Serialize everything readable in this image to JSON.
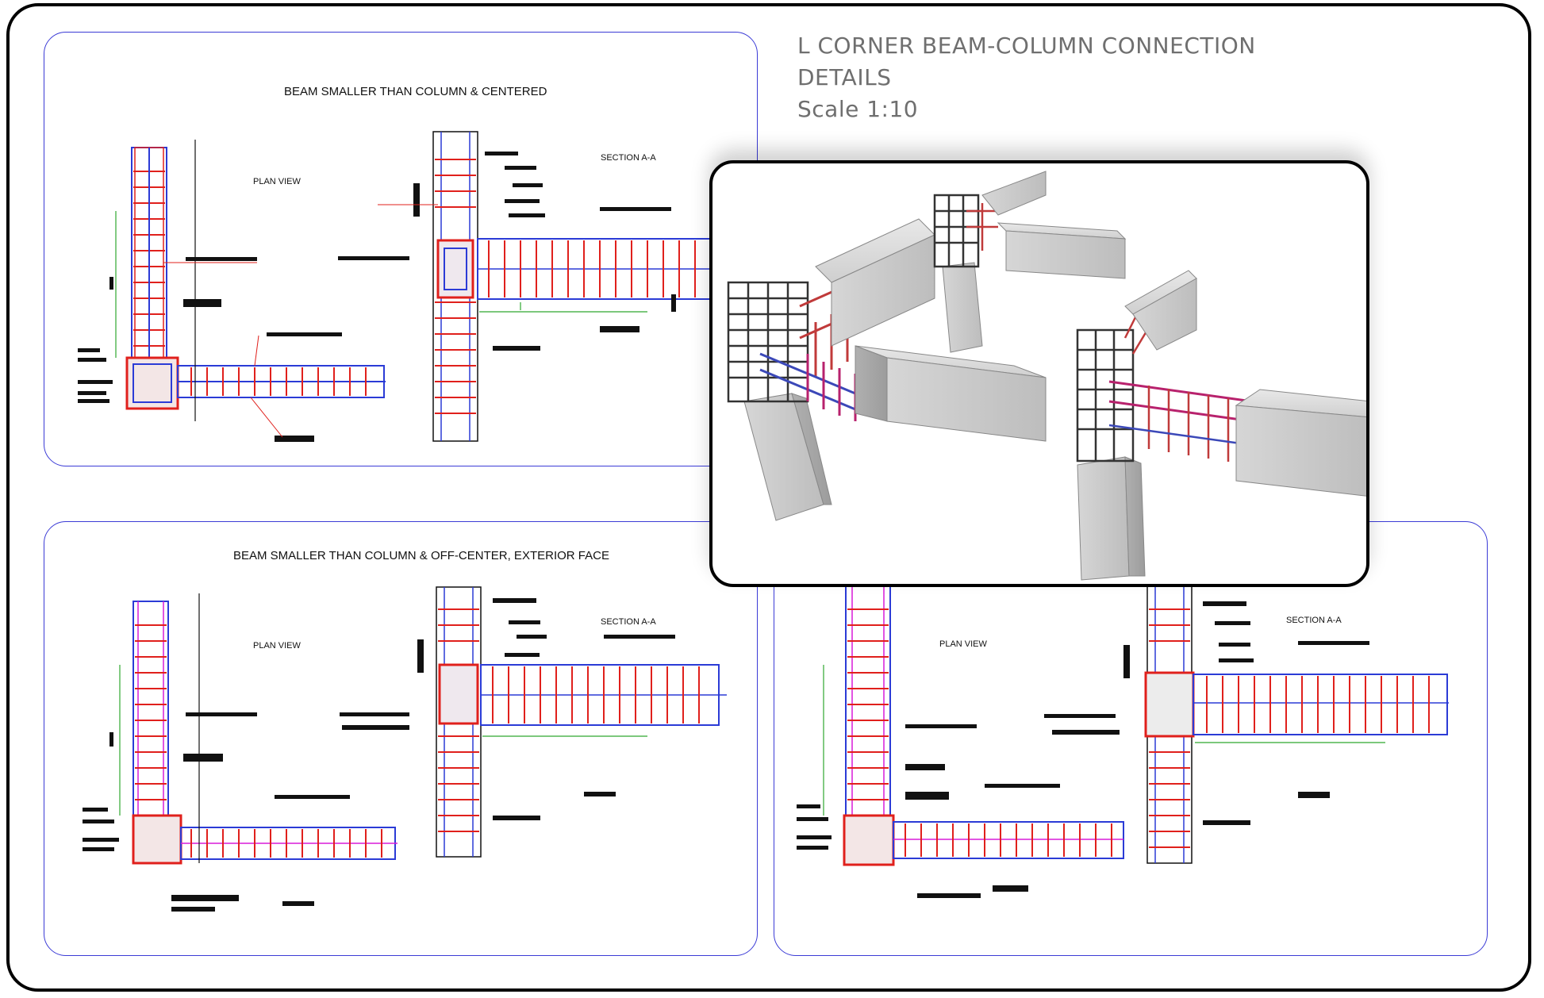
{
  "title": {
    "line1": "L CORNER BEAM-COLUMN CONNECTION",
    "line2": "DETAILS",
    "line3": "Scale 1:10"
  },
  "panels": {
    "top_left": {
      "heading": "BEAM SMALLER THAN COLUMN & CENTERED",
      "plan_label": "PLAN VIEW",
      "section_label": "SECTION A-A"
    },
    "bottom_left": {
      "heading": "BEAM SMALLER THAN COLUMN & OFF-CENTER, EXTERIOR FACE",
      "plan_label": "PLAN VIEW",
      "section_label": "SECTION A-A"
    },
    "bottom_right": {
      "plan_label": "PLAN VIEW",
      "section_label": "SECTION A-A"
    }
  },
  "colors": {
    "frame": "#000000",
    "panel_border": "#3b3bd6",
    "rebar_red": "#e0201c",
    "rebar_blue": "#2b3bd6",
    "rebar_magenta": "#d81bd8",
    "dim_green": "#2fa82f",
    "concrete": "#d4d4d4"
  }
}
